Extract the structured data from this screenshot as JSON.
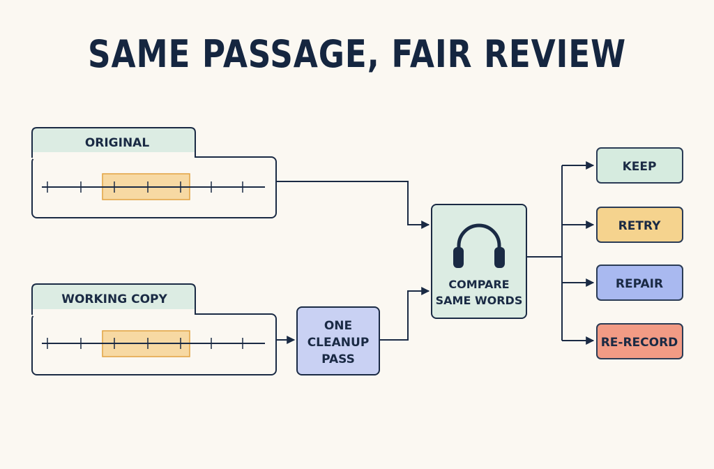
{
  "title": "SAME PASSAGE, FAIR REVIEW",
  "tracks": {
    "original": "ORIGINAL",
    "working_copy": "WORKING COPY"
  },
  "cleanup": [
    "ONE",
    "CLEANUP",
    "PASS"
  ],
  "compare": [
    "COMPARE",
    "SAME WORDS"
  ],
  "compare_icon": "headphones-icon",
  "outcomes": [
    {
      "label": "KEEP",
      "fill": "#d6ebdf",
      "stroke": "#2a3b55"
    },
    {
      "label": "RETRY",
      "fill": "#f5d38e",
      "stroke": "#2a3b55"
    },
    {
      "label": "REPAIR",
      "fill": "#a9b9f0",
      "stroke": "#2a3b55"
    },
    {
      "label": "RE-RECORD",
      "fill": "#f29b85",
      "stroke": "#2a3b55"
    }
  ],
  "colors": {
    "ink": "#1a2a44",
    "mint": "#dcece3",
    "highlight": "#f7d9a3",
    "highlight_stroke": "#e2a341",
    "cleanup_fill": "#c9d1f3"
  }
}
